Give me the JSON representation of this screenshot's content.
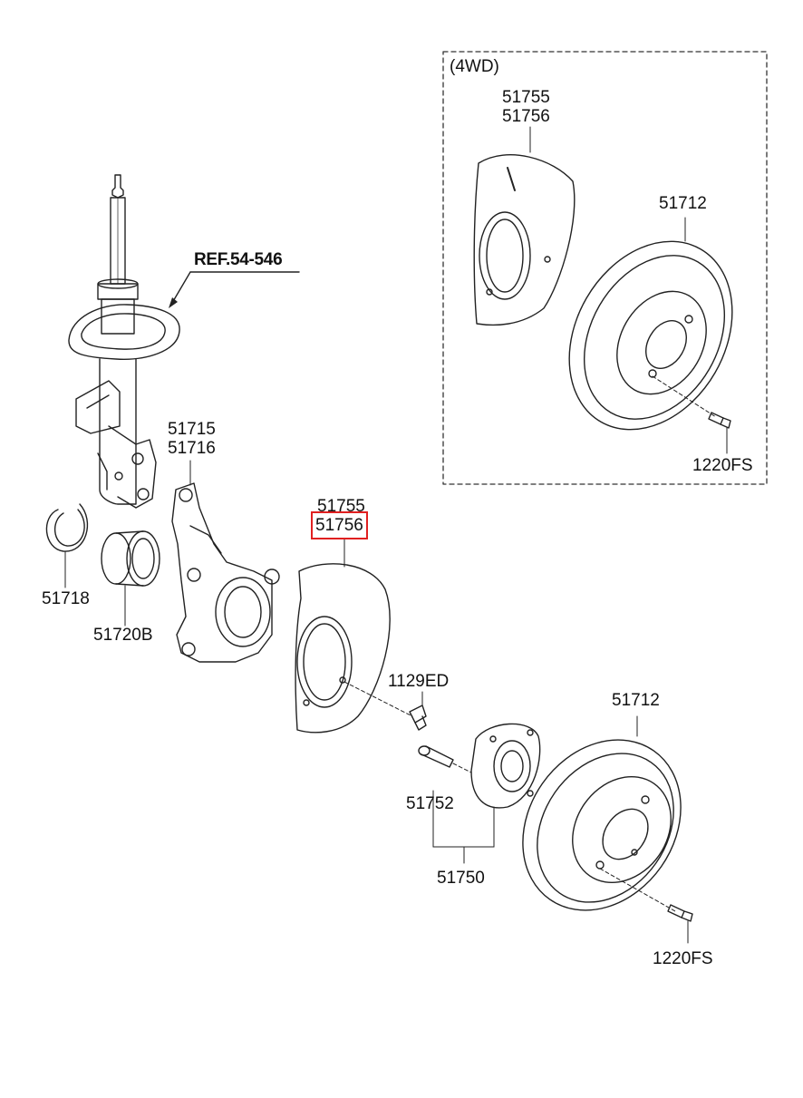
{
  "reference": {
    "label": "REF.54-546"
  },
  "inset": {
    "label": "(4WD)"
  },
  "labels": {
    "p51715": "51715",
    "p51716": "51716",
    "p51718": "51718",
    "p51720B": "51720B",
    "p51755_main": "51755",
    "p51756_main": "51756",
    "p1129ED": "1129ED",
    "p51752": "51752",
    "p51750": "51750",
    "p51712_main": "51712",
    "p1220FS_main": "1220FS",
    "p51755_4wd": "51755",
    "p51756_4wd": "51756",
    "p51712_4wd": "51712",
    "p1220FS_4wd": "1220FS"
  },
  "highlight": {
    "part": "51756",
    "color": "#e02020"
  },
  "colors": {
    "line": "#222222",
    "inset_border": "#333333",
    "highlight": "#e02020"
  }
}
